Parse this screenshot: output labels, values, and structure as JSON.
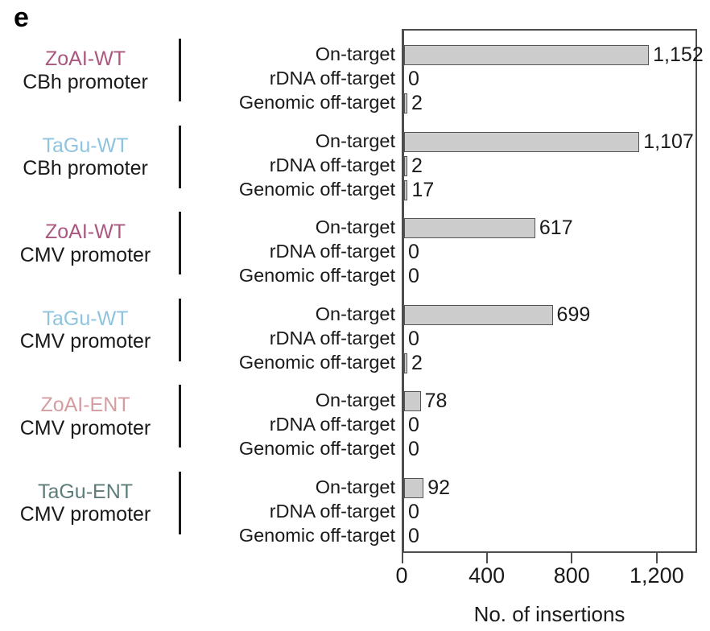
{
  "panel": {
    "letter": "e"
  },
  "chart_data": {
    "type": "bar",
    "orientation": "horizontal",
    "title": "",
    "xlabel": "No. of insertions",
    "ylabel": "",
    "xlim": [
      0,
      1390
    ],
    "xticks": [
      0,
      400,
      800,
      1200
    ],
    "xtick_labels": [
      "0",
      "400",
      "800",
      "1,200"
    ],
    "grid": false,
    "legend": false,
    "bar_color": "#cccccc",
    "bar_edge_color": "#555555",
    "categories": [
      "On-target",
      "rDNA off-target",
      "Genomic off-target"
    ],
    "groups": [
      {
        "construct": "ZoAI-WT",
        "construct_color": "#aa577f",
        "promoter": "CBh promoter",
        "values": [
          1152,
          0,
          2
        ],
        "value_labels": [
          "1,152",
          "0",
          "2"
        ]
      },
      {
        "construct": "TaGu-WT",
        "construct_color": "#8fc4de",
        "promoter": "CBh promoter",
        "values": [
          1107,
          2,
          17
        ],
        "value_labels": [
          "1,107",
          "2",
          "17"
        ]
      },
      {
        "construct": "ZoAI-WT",
        "construct_color": "#aa577f",
        "promoter": "CMV promoter",
        "values": [
          617,
          0,
          0
        ],
        "value_labels": [
          "617",
          "0",
          "0"
        ]
      },
      {
        "construct": "TaGu-WT",
        "construct_color": "#8fc4de",
        "promoter": "CMV promoter",
        "values": [
          699,
          0,
          2
        ],
        "value_labels": [
          "699",
          "0",
          "2"
        ]
      },
      {
        "construct": "ZoAI-ENT",
        "construct_color": "#d49da0",
        "promoter": "CMV promoter",
        "values": [
          78,
          0,
          0
        ],
        "value_labels": [
          "78",
          "0",
          "0"
        ]
      },
      {
        "construct": "TaGu-ENT",
        "construct_color": "#5c7d7a",
        "promoter": "CMV promoter",
        "values": [
          92,
          0,
          0
        ],
        "value_labels": [
          "92",
          "0",
          "0"
        ]
      }
    ]
  }
}
